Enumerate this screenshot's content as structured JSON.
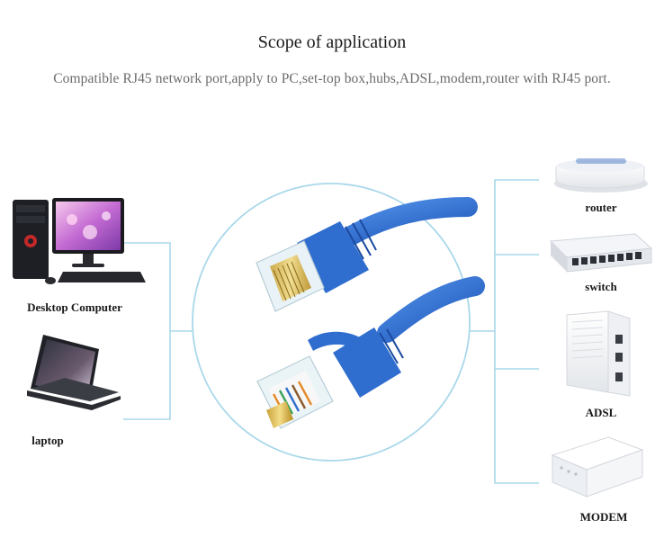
{
  "header": {
    "title": "Scope of application",
    "subtitle": "Compatible RJ45 network port,apply to PC,set-top box,hubs,ADSL,modem,router with RJ45 port."
  },
  "devices": {
    "desktop_label": "Desktop Computer",
    "laptop_label": "laptop",
    "router_label": "router",
    "switch_label": "switch",
    "adsl_label": "ADSL",
    "modem_label": "MODEM"
  },
  "colors": {
    "connector_line": "#a9d8ea",
    "cable_blue": "#2e6fd0"
  }
}
